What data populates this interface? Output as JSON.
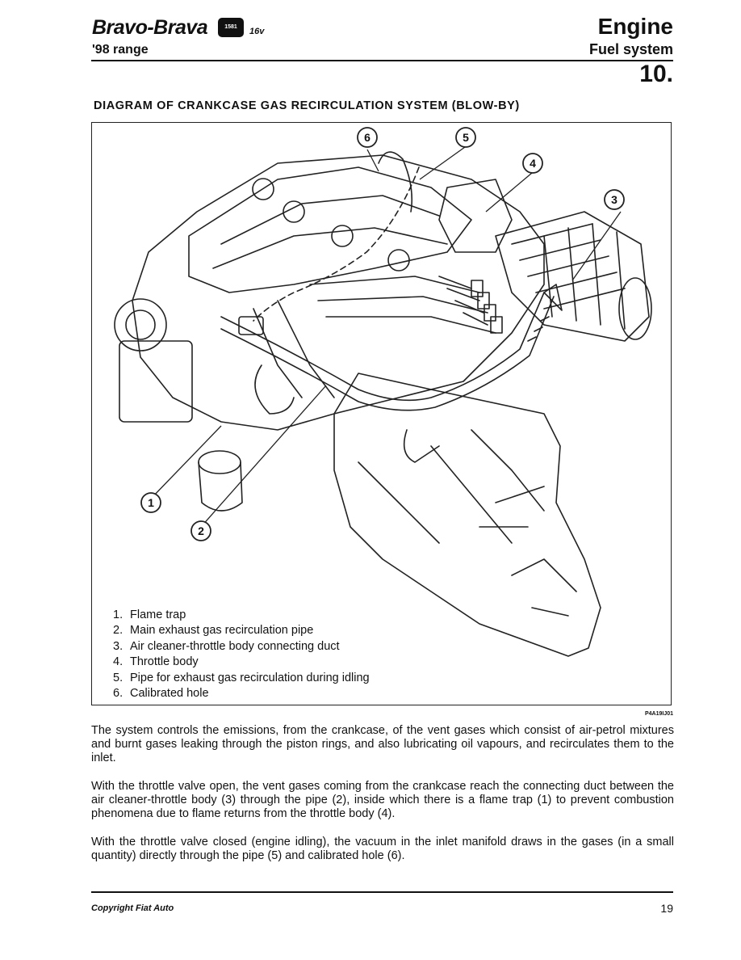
{
  "header": {
    "model": "Bravo-Brava",
    "badge": "1581",
    "badge_suffix": "16v",
    "range": "'98 range",
    "section": "Engine",
    "subsection": "Fuel system",
    "section_number": "10."
  },
  "diagram": {
    "title": "DIAGRAM OF CRANKCASE GAS RECIRCULATION SYSTEM (BLOW-BY)",
    "callouts": [
      "1",
      "2",
      "3",
      "4",
      "5",
      "6"
    ],
    "legend": [
      {
        "num": "1.",
        "text": "Flame trap"
      },
      {
        "num": "2.",
        "text": "Main exhaust gas recirculation pipe"
      },
      {
        "num": "3.",
        "text": "Air cleaner-throttle body connecting duct"
      },
      {
        "num": "4.",
        "text": "Throttle body"
      },
      {
        "num": "5.",
        "text": "Pipe for exhaust gas recirculation during idling"
      },
      {
        "num": "6.",
        "text": "Calibrated hole"
      }
    ],
    "figure_code": "P4A19IJ01"
  },
  "body": {
    "paragraphs": [
      "The system controls the emissions, from the crankcase, of the vent gases which consist of air-petrol mixtures and burnt gases leaking through the piston rings, and also lubricating oil vapours, and recirculates them to the inlet.",
      "With the throttle valve open, the vent gases coming from the crankcase reach the connecting duct between the air cleaner-throttle body (3) through the pipe (2), inside which there is a flame trap (1) to prevent combustion phenomena due to flame returns from the throttle body (4).",
      "With the throttle valve closed (engine idling), the vacuum in the inlet manifold draws in the gases (in a small quantity) directly through the pipe (5) and calibrated hole (6)."
    ]
  },
  "footer": {
    "copyright": "Copyright Fiat Auto",
    "page": "19"
  }
}
